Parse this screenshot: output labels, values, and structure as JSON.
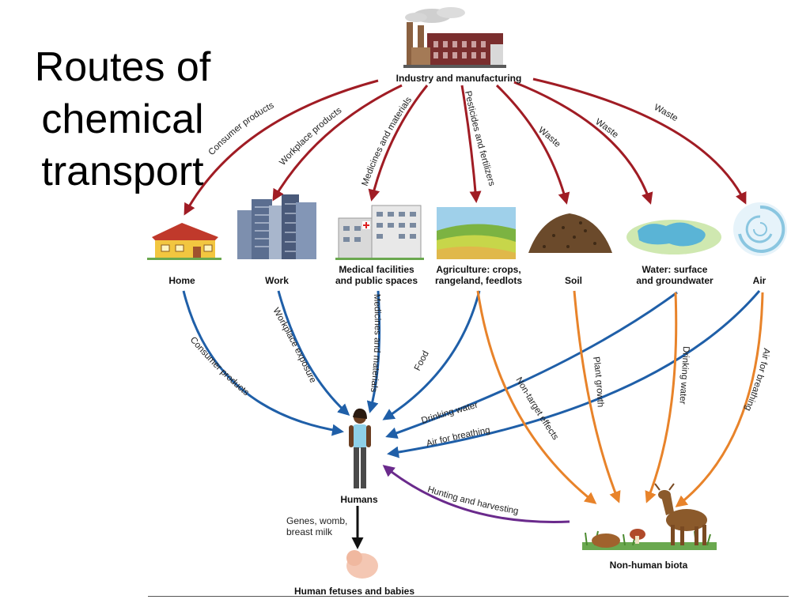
{
  "title": {
    "line1": "Routes of",
    "line2": "chemical",
    "line3": "transport"
  },
  "nodes": {
    "industry": "Industry and manufacturing",
    "home": "Home",
    "work": "Work",
    "medical_line1": "Medical facilities",
    "medical_line2": "and public spaces",
    "agriculture_line1": "Agriculture: crops,",
    "agriculture_line2": "rangeland, feedlots",
    "soil": "Soil",
    "water_line1": "Water: surface",
    "water_line2": "and groundwater",
    "air": "Air",
    "humans": "Humans",
    "fetuses": "Human fetuses and babies",
    "biota": "Non-human biota"
  },
  "notes": {
    "genes_line1": "Genes, womb,",
    "genes_line2": "breast milk"
  },
  "routes": {
    "consumer_products": "Consumer products",
    "workplace_products": "Workplace products",
    "medicines_and_materials": "Medicines and materials",
    "pesticides_and_fertilizers": "Pesticides and fertilizers",
    "waste_soil": "Waste",
    "waste_water": "Waste",
    "waste_air": "Waste",
    "consumer_products_human": "Consumer products",
    "workplace_exposure": "Workplace exposure",
    "medicines_and_materials_human": "Medicines and materials",
    "food": "Food",
    "drinking_water_human": "Drinking water",
    "air_for_breathing_human": "Air for breathing",
    "non_target_effects": "Non-target effects",
    "plant_growth": "Plant growth",
    "drinking_water_biota": "Drinking water",
    "air_for_breathing_biota": "Air for breathing",
    "hunting_and_harvesting": "Hunting and harvesting"
  },
  "colors": {
    "industry_arrows": "#a01c24",
    "human_arrows": "#1f5fa8",
    "biota_arrows": "#e8832a",
    "hunting_arrow": "#6a2a8c",
    "genes_arrow": "#111111"
  }
}
